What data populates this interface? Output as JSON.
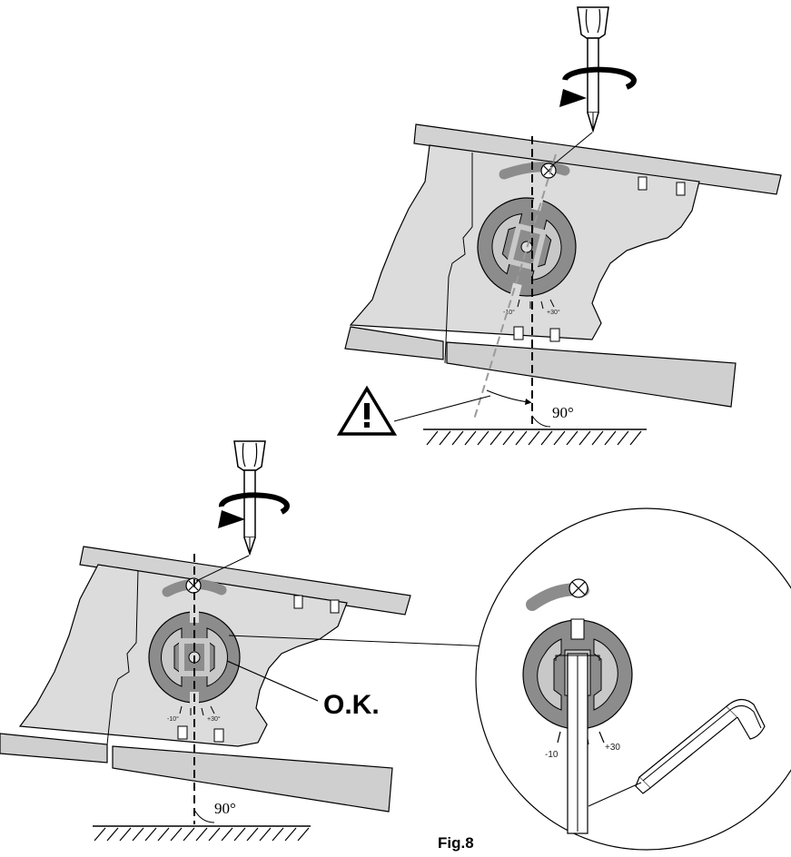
{
  "labels": {
    "angle_top": "90°",
    "angle_bottom": "90°",
    "ok": "O.K.",
    "figure": "Fig.8",
    "scale_minus": "-10°",
    "scale_plus": "+30°",
    "scale_minus_detail": "-10",
    "scale_plus_detail": "+30"
  },
  "icons": [
    "screwdriver-icon",
    "rotation-arrow-icon",
    "warning-triangle-icon",
    "screw-head-icon",
    "hex-key-icon",
    "ground-hatch-icon"
  ],
  "colors": {
    "plate": "#dcdcdc",
    "rail": "#cfcfcf",
    "disk": "#8c8c8c",
    "insert": "#c8c8c8",
    "ink": "#000000"
  }
}
